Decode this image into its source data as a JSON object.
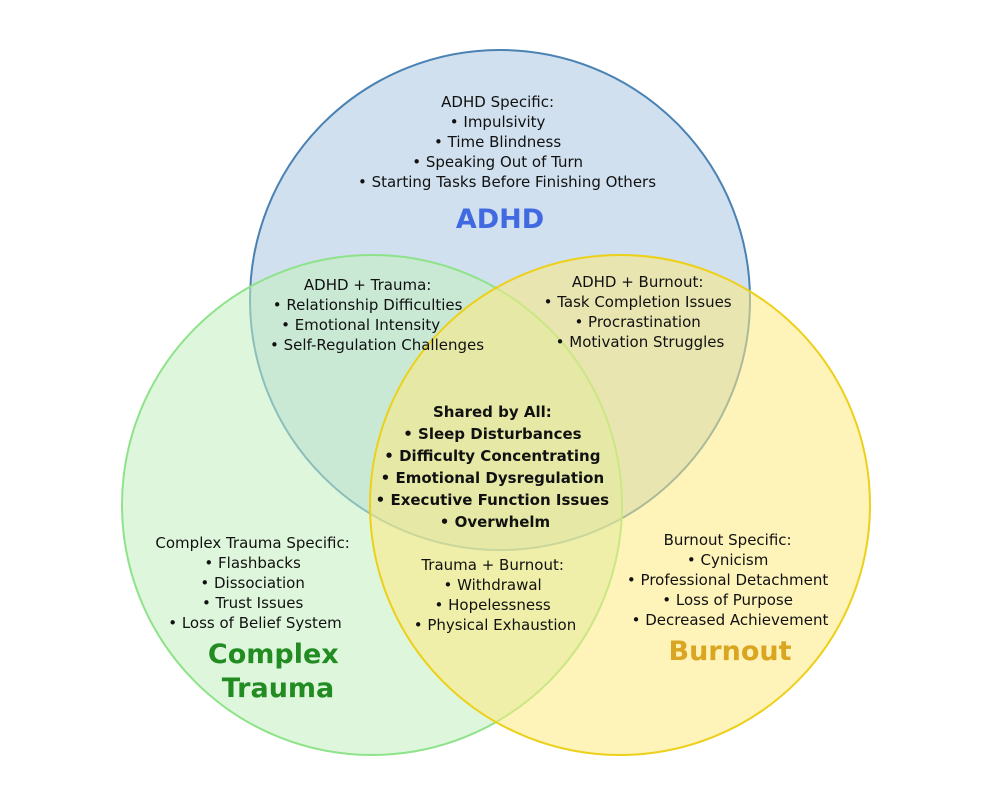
{
  "colors": {
    "adhd_fill": "#a9c6e0",
    "adhd_stroke": "#4a82b4",
    "trauma_fill": "#c3f0c0",
    "trauma_stroke": "#8ee38a",
    "burnout_fill": "#fde97f",
    "burnout_stroke": "#ecd01a",
    "adhd_label": "#4169e1",
    "trauma_label": "#228b22",
    "burnout_label": "#daa520"
  },
  "sets": {
    "adhd": {
      "label": "ADHD"
    },
    "trauma": {
      "label_lines": [
        "Complex",
        "Trauma"
      ]
    },
    "burnout": {
      "label": "Burnout"
    }
  },
  "regions": {
    "adhd_specific": {
      "title": "ADHD Specific:",
      "items": [
        "Impulsivity",
        "Time Blindness",
        "Speaking Out of Turn",
        "Starting Tasks Before Finishing Others"
      ]
    },
    "adhd_trauma": {
      "title": "ADHD + Trauma:",
      "items": [
        "Relationship Difficulties",
        "Emotional Intensity",
        "Self-Regulation Challenges"
      ]
    },
    "adhd_burnout": {
      "title": "ADHD + Burnout:",
      "items": [
        "Task Completion Issues",
        "Procrastination",
        "Motivation Struggles"
      ]
    },
    "shared_all": {
      "title": "Shared by All:",
      "items": [
        "Sleep Disturbances",
        "Difficulty Concentrating",
        "Emotional Dysregulation",
        "Executive Function Issues",
        "Overwhelm"
      ]
    },
    "trauma_specific": {
      "title": "Complex Trauma Specific:",
      "items": [
        "Flashbacks",
        "Dissociation",
        "Trust Issues",
        "Loss of Belief System"
      ]
    },
    "trauma_burnout": {
      "title": "Trauma + Burnout:",
      "items": [
        "Withdrawal",
        "Hopelessness",
        "Physical Exhaustion"
      ]
    },
    "burnout_specific": {
      "title": "Burnout Specific:",
      "items": [
        "Cynicism",
        "Professional Detachment",
        "Loss of Purpose",
        "Decreased Achievement"
      ]
    }
  }
}
